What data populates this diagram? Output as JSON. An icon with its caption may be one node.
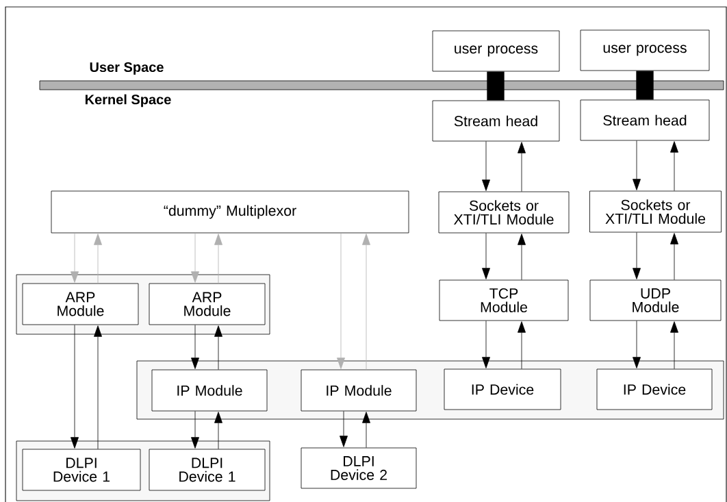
{
  "diagram": {
    "nodes": [
      {
        "text": [
          "user process"
        ]
      },
      {
        "text": [
          "user process"
        ]
      },
      {
        "text": [
          "Stream head"
        ]
      },
      {
        "text": [
          "Stream head"
        ]
      },
      {
        "text": [
          "“dummy” Multiplexor"
        ]
      },
      {
        "text": [],
        "shape": "box"
      },
      {
        "text": [
          "ARP Module"
        ],
        "in": 5
      },
      {
        "text": [
          "ARP Module"
        ],
        "in": 5
      },
      {
        "text": [
          "Sockets or XTI/TLI Module"
        ]
      },
      {
        "text": [
          "Sockets or XTI/TLI Module"
        ]
      },
      {
        "text": [
          "TCP Module"
        ]
      },
      {
        "text": [
          "UDP Module"
        ]
      },
      {
        "text": [],
        "shape": "box"
      },
      {
        "text": [
          "IP Module"
        ],
        "in": 12
      },
      {
        "text": [
          "IP Module"
        ],
        "in": 12
      },
      {
        "text": [
          "IP Device"
        ],
        "in": 12
      },
      {
        "text": [
          "IP Device"
        ],
        "in": 12
      },
      {
        "text": [],
        "shape": "box"
      },
      {
        "text": [
          "DLPI Device 1"
        ],
        "in": 17
      },
      {
        "text": [
          "DLPI Device 1"
        ],
        "in": 17
      },
      {
        "text": [
          "DLPI Device 2"
        ]
      }
    ],
    "edges": [
      {
        "from": 0,
        "to": 2,
        "arrow": "none",
        "style": "thick"
      },
      {
        "from": 1,
        "to": 3,
        "arrow": "none",
        "style": "thick"
      },
      {
        "from": 2,
        "to": 8,
        "arrow": "to"
      },
      {
        "from": 8,
        "to": 2,
        "arrow": "to"
      },
      {
        "from": 3,
        "to": 9,
        "arrow": "to"
      },
      {
        "from": 9,
        "to": 3,
        "arrow": "to"
      },
      {
        "from": 8,
        "to": 10,
        "arrow": "to"
      },
      {
        "from": 10,
        "to": 8,
        "arrow": "to"
      },
      {
        "from": 9,
        "to": 11,
        "arrow": "to"
      },
      {
        "from": 11,
        "to": 9,
        "arrow": "to"
      },
      {
        "from": 10,
        "to": 15,
        "arrow": "to"
      },
      {
        "from": 15,
        "to": 10,
        "arrow": "to"
      },
      {
        "from": 11,
        "to": 16,
        "arrow": "to"
      },
      {
        "from": 16,
        "to": 11,
        "arrow": "to"
      },
      {
        "from": 4,
        "to": 6,
        "arrow": "to",
        "color": "#b0b0b0"
      },
      {
        "from": 6,
        "to": 4,
        "arrow": "to",
        "color": "#b0b0b0"
      },
      {
        "from": 4,
        "to": 7,
        "arrow": "to",
        "color": "#b0b0b0"
      },
      {
        "from": 7,
        "to": 4,
        "arrow": "to",
        "color": "#b0b0b0"
      },
      {
        "from": 4,
        "to": 14,
        "arrow": "to",
        "color": "#b0b0b0"
      },
      {
        "from": 14,
        "to": 4,
        "arrow": "to",
        "color": "#b0b0b0"
      },
      {
        "from": 6,
        "to": 18,
        "arrow": "to"
      },
      {
        "from": 18,
        "to": 6,
        "arrow": "to"
      },
      {
        "from": 7,
        "to": 13,
        "arrow": "to"
      },
      {
        "from": 13,
        "to": 7,
        "arrow": "to"
      },
      {
        "from": 13,
        "to": 19,
        "arrow": "to"
      },
      {
        "from": 19,
        "to": 13,
        "arrow": "to"
      },
      {
        "from": 14,
        "to": 20,
        "arrow": "to"
      },
      {
        "from": 20,
        "to": 14,
        "arrow": "to"
      }
    ],
    "labels": [
      "User Space",
      "Kernel Space"
    ]
  }
}
